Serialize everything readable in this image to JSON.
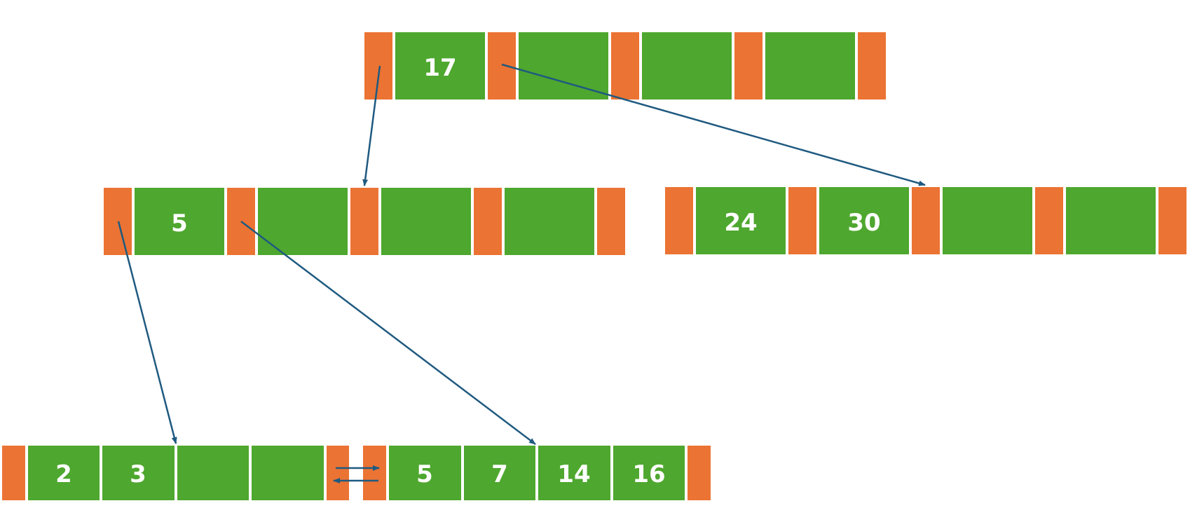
{
  "colors": {
    "key_fill": "#4ea72e",
    "pointer_fill": "#eb7333",
    "arrow": "#1f5a80",
    "text": "#ffffff"
  },
  "nodes": {
    "root": {
      "keys": [
        "17",
        "",
        "",
        ""
      ]
    },
    "internal_left": {
      "keys": [
        "5",
        "",
        "",
        ""
      ]
    },
    "internal_right": {
      "keys": [
        "24",
        "30",
        "",
        ""
      ]
    },
    "leaf_left": {
      "keys": [
        "2",
        "3",
        "",
        ""
      ]
    },
    "leaf_right": {
      "keys": [
        "5",
        "7",
        "14",
        "16"
      ]
    }
  }
}
